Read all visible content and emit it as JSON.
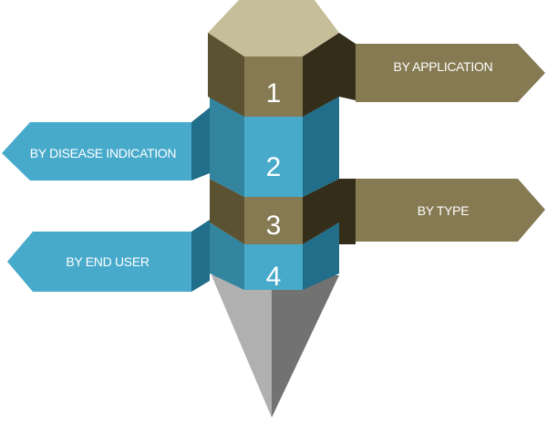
{
  "diagram": {
    "segments": [
      {
        "number": "1",
        "label": "BY APPLICATION",
        "color": "olive"
      },
      {
        "number": "2",
        "label": "BY DISEASE INDICATION",
        "color": "teal"
      },
      {
        "number": "3",
        "label": "BY TYPE",
        "color": "olive"
      },
      {
        "number": "4",
        "label": "BY END USER",
        "color": "teal"
      }
    ]
  },
  "colors": {
    "olive_front": "#857A52",
    "olive_side": "#5B5232",
    "olive_dark": "#332D1A",
    "olive_top": "#C6BE99",
    "teal_front": "#48AACB",
    "teal_side": "#33849F",
    "teal_dark": "#206E89",
    "teal_top": "#8ED0E6",
    "tip_light": "#B0B0B0",
    "tip_dark": "#727272"
  }
}
